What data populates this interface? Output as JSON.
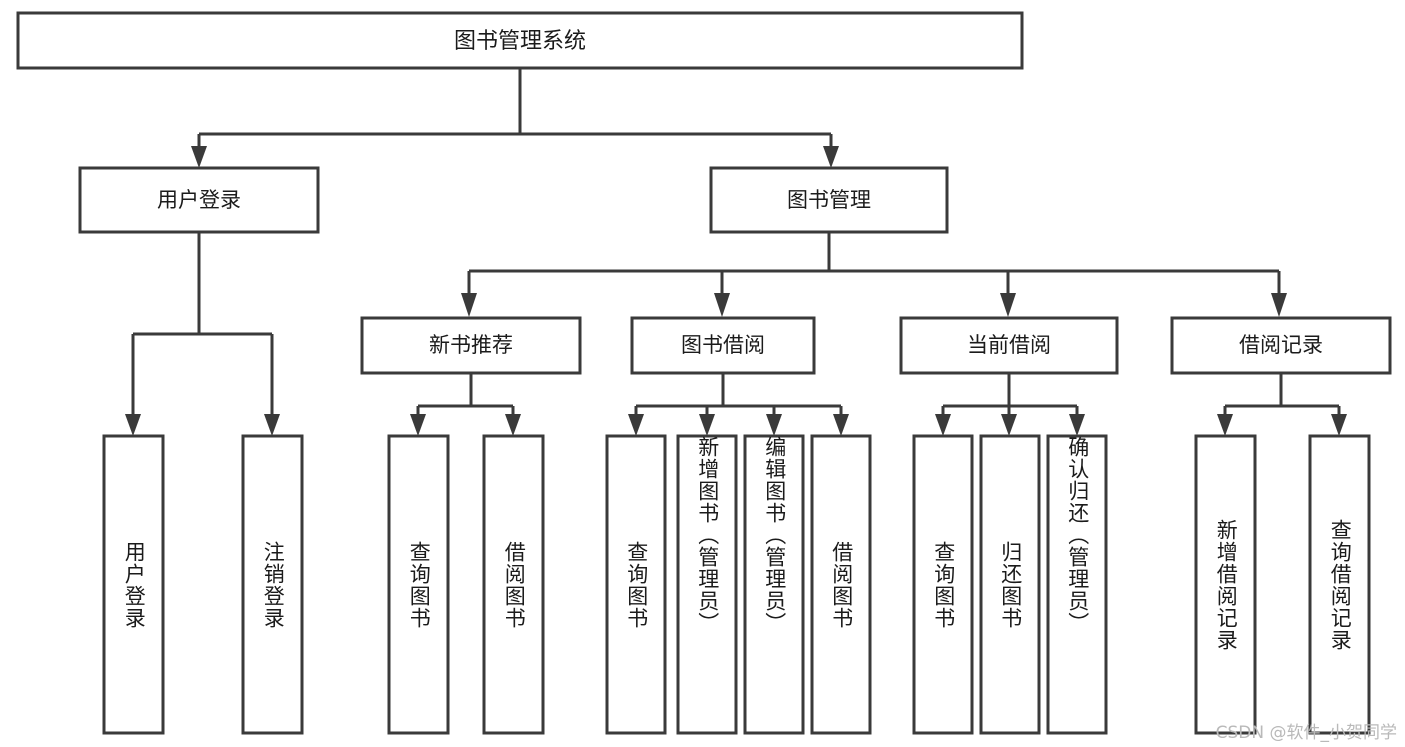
{
  "diagram": {
    "type": "tree",
    "title": "图书管理系统",
    "watermark": "CSDN @软件_小贺同学",
    "colors": {
      "stroke": "#3a3a3a",
      "fill": "#ffffff",
      "text": "#1b1b1b",
      "watermark": "#b9b9b9"
    },
    "root": {
      "label": "图书管理系统"
    },
    "level2": [
      {
        "id": "user-login",
        "label": "用户登录"
      },
      {
        "id": "book-manage",
        "label": "图书管理"
      }
    ],
    "level3": [
      {
        "id": "new-book-recommend",
        "label": "新书推荐",
        "parent": "book-manage"
      },
      {
        "id": "book-borrow",
        "label": "图书借阅",
        "parent": "book-manage"
      },
      {
        "id": "current-borrow",
        "label": "当前借阅",
        "parent": "book-manage"
      },
      {
        "id": "borrow-record",
        "label": "借阅记录",
        "parent": "book-manage"
      }
    ],
    "leaves": {
      "user-login": [
        {
          "id": "leaf-user-login",
          "label": "用户登录"
        },
        {
          "id": "leaf-user-logout",
          "label": "注销登录"
        }
      ],
      "new-book-recommend": [
        {
          "id": "leaf-query-book-1",
          "label": "查询图书"
        },
        {
          "id": "leaf-borrow-book-1",
          "label": "借阅图书"
        }
      ],
      "book-borrow": [
        {
          "id": "leaf-query-book-2",
          "label": "查询图书"
        },
        {
          "id": "leaf-add-book",
          "label": "新增图书（管理员）"
        },
        {
          "id": "leaf-edit-book",
          "label": "编辑图书（管理员）"
        },
        {
          "id": "leaf-borrow-book-2",
          "label": "借阅图书"
        }
      ],
      "current-borrow": [
        {
          "id": "leaf-query-book-3",
          "label": "查询图书"
        },
        {
          "id": "leaf-return-book",
          "label": "归还图书"
        },
        {
          "id": "leaf-confirm-return",
          "label": "确认归还（管理员）"
        }
      ],
      "borrow-record": [
        {
          "id": "leaf-add-record",
          "label": "新增借阅记录"
        },
        {
          "id": "leaf-query-record",
          "label": "查询借阅记录"
        }
      ]
    }
  }
}
